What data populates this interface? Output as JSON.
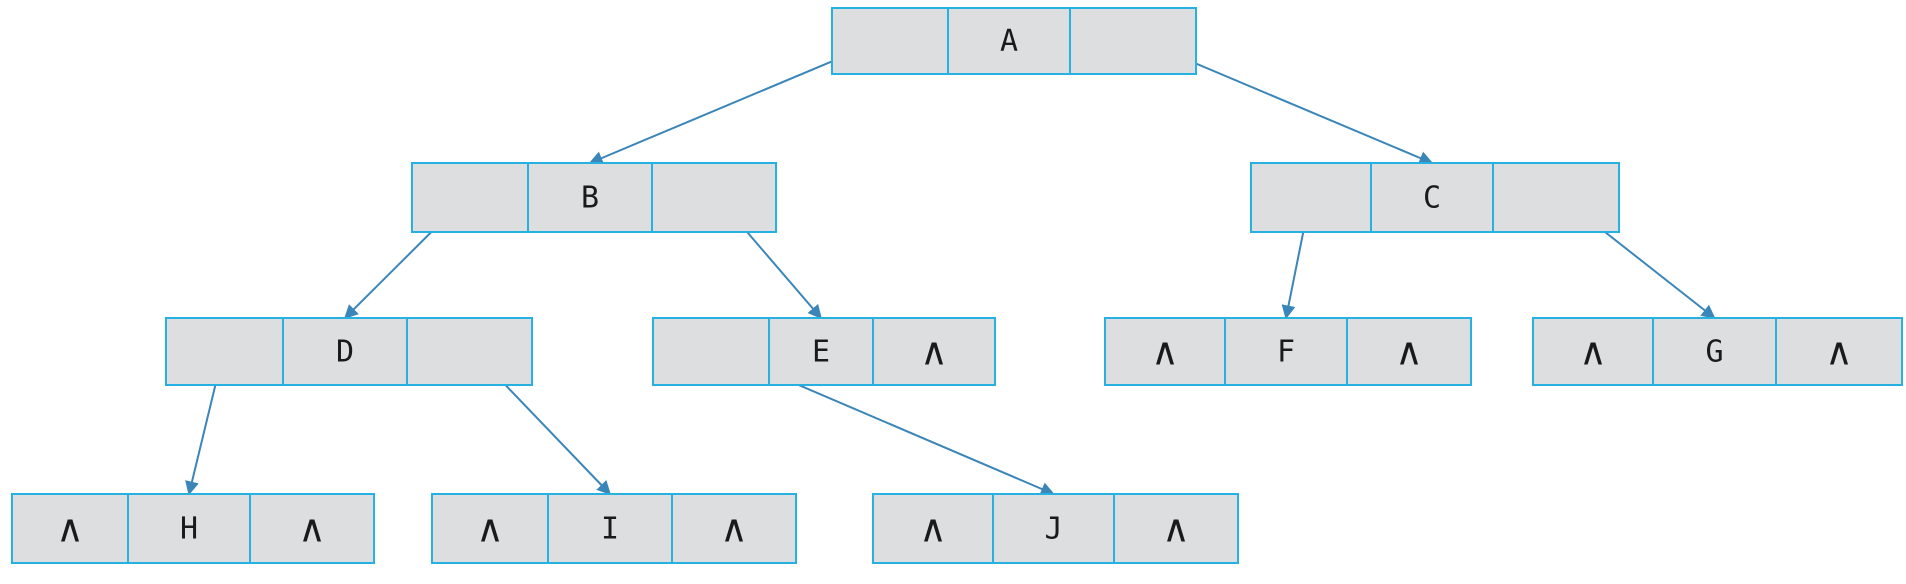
{
  "diagram": {
    "colors": {
      "cell_fill": "#dcdedf",
      "cell_border": "#27b1e0",
      "edge": "#3a86b9",
      "text": "#1a1a1a"
    },
    "null_symbol": "∧",
    "nodes": [
      {
        "id": "A",
        "label": "A",
        "left_null": false,
        "right_null": false
      },
      {
        "id": "B",
        "label": "B",
        "left_null": false,
        "right_null": false
      },
      {
        "id": "C",
        "label": "C",
        "left_null": false,
        "right_null": false
      },
      {
        "id": "D",
        "label": "D",
        "left_null": false,
        "right_null": false
      },
      {
        "id": "E",
        "label": "E",
        "left_null": false,
        "right_null": true
      },
      {
        "id": "F",
        "label": "F",
        "left_null": true,
        "right_null": true
      },
      {
        "id": "G",
        "label": "G",
        "left_null": true,
        "right_null": true
      },
      {
        "id": "H",
        "label": "H",
        "left_null": true,
        "right_null": true
      },
      {
        "id": "I",
        "label": "I",
        "left_null": true,
        "right_null": true
      },
      {
        "id": "J",
        "label": "J",
        "left_null": true,
        "right_null": true
      }
    ],
    "edges": [
      {
        "from": "A",
        "side": "left",
        "to": "B"
      },
      {
        "from": "A",
        "side": "right",
        "to": "C"
      },
      {
        "from": "B",
        "side": "left",
        "to": "D"
      },
      {
        "from": "B",
        "side": "right",
        "to": "E"
      },
      {
        "from": "C",
        "side": "left",
        "to": "F"
      },
      {
        "from": "C",
        "side": "right",
        "to": "G"
      },
      {
        "from": "D",
        "side": "left",
        "to": "H"
      },
      {
        "from": "D",
        "side": "right",
        "to": "I"
      },
      {
        "from": "E",
        "side": "left",
        "to": "J"
      }
    ]
  }
}
